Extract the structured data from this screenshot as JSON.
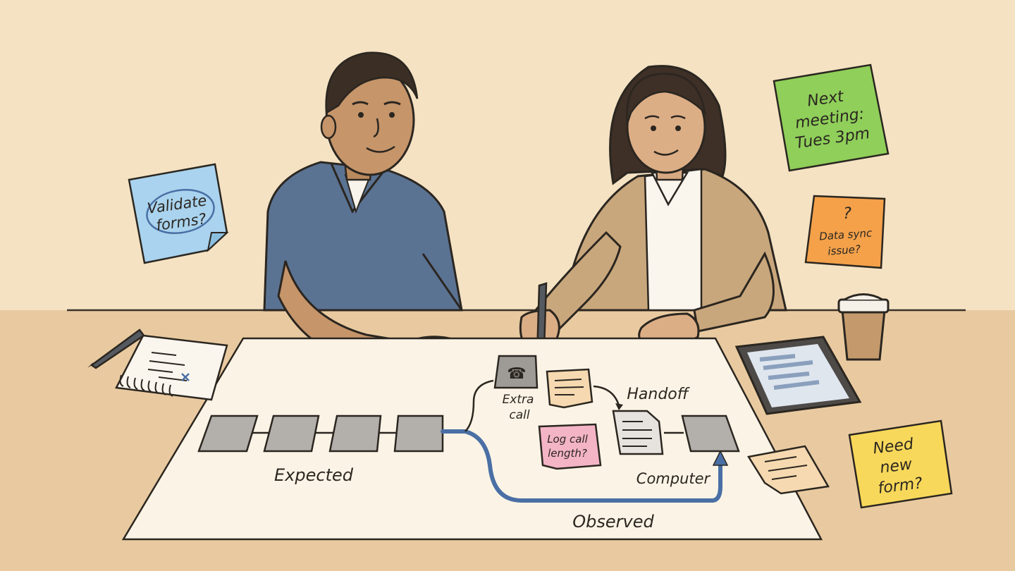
{
  "sticky_notes": {
    "validate": {
      "line1": "Validate",
      "line2": "forms?",
      "color": "#a9d3ee"
    },
    "next_meeting": {
      "line1": "Next",
      "line2": "meeting:",
      "line3": "Tues 3pm",
      "color": "#8fcf5a"
    },
    "data_sync": {
      "mark": "?",
      "line1": "Data sync",
      "line2": "issue?",
      "color": "#f4a14a"
    },
    "need_form": {
      "line1": "Need",
      "line2": "new",
      "line3": "form?",
      "color": "#f8d85a"
    },
    "log_call": {
      "line1": "Log call",
      "line2": "length?",
      "color": "#f3b4c6"
    }
  },
  "process_map": {
    "expected_label": "Expected",
    "observed_label": "Observed",
    "extra_call_line1": "Extra",
    "extra_call_line2": "call",
    "handoff_label": "Handoff",
    "computer_label": "Computer"
  },
  "colors": {
    "background": "#f4e2c3",
    "table": "#e8c99c",
    "paper": "#fbf4e6",
    "step_box": "#b3afab",
    "observed_path": "#4a6fa5",
    "man_shirt": "#5b7393",
    "woman_cardigan": "#c9a77c"
  }
}
